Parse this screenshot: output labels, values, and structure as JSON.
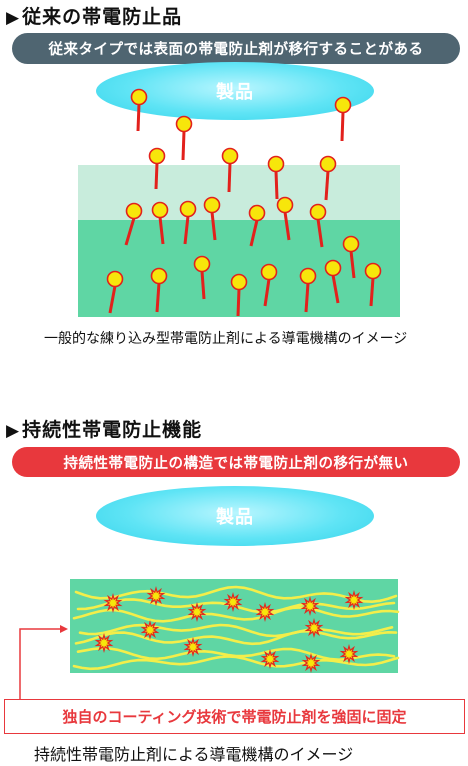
{
  "section1": {
    "heading": "従来の帯電防止品",
    "banner": "従来タイプでは表面の帯電防止剤が移行することがある",
    "product_label": "製品",
    "caption": "一般的な練り込み型帯電防止剤による導電機構のイメージ"
  },
  "section2": {
    "heading": "持続性帯電防止機能",
    "banner": "持続性帯電防止の構造では帯電防止剤の移行が無い",
    "product_label": "製品",
    "callout": "独自のコーティング技術で帯電防止剤を強固に固定",
    "caption": "持続性帯電防止剤による導電機構のイメージ"
  },
  "colors": {
    "banner_gray": "#4f6571",
    "banner_red": "#e8383d",
    "product_cyan": "#5fe4f5",
    "material_top": "#c8ecdc",
    "material_body": "#5fd6a4",
    "agent_head": "#f7e60b",
    "agent_stem": "#e2211c",
    "fiber": "#f3ee4a",
    "spark": "#e02b20"
  }
}
